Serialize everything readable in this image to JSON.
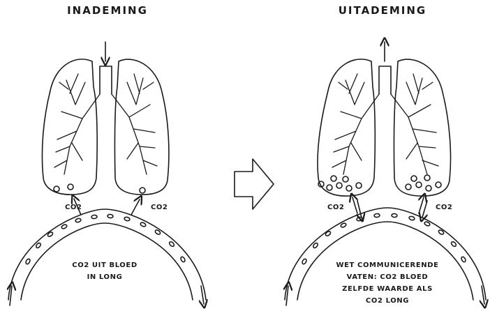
{
  "titles": {
    "inhale": "INADEMING",
    "exhale": "UITADEMING"
  },
  "left_panel": {
    "co2_left": "CO2",
    "co2_right": "CO2",
    "caption": "CO2 UIT BLOED\nIN LONG"
  },
  "right_panel": {
    "co2_left": "CO2",
    "co2_right": "CO2",
    "caption": "WET COMMUNICERENDE\nVATEN: CO2 BLOED\nZELFDE WAARDE ALS\nCO2 LONG"
  },
  "icons": {
    "transition": "right-arrow-outline-icon",
    "air_in": "arrow-down-icon",
    "air_out": "arrow-up-icon"
  }
}
